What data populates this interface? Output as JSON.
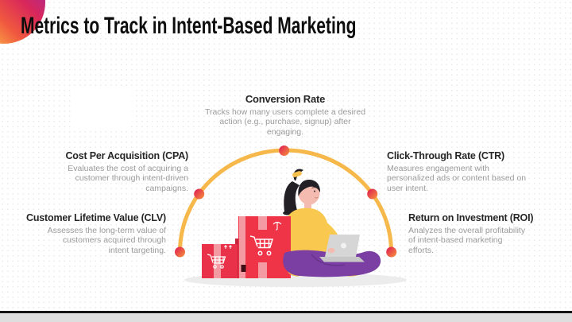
{
  "slide": {
    "title": "Metrics to Track in Intent-Based Marketing",
    "metrics": {
      "conversion": {
        "title": "Conversion Rate",
        "description": "Tracks how many users complete a desired\naction (e.g., purchase, signup) after\nengaging."
      },
      "cpa": {
        "title": "Cost Per Acquisition (CPA)",
        "description": "Evaluates the cost of acquiring a\ncustomer through intent-driven\ncampaigns."
      },
      "ctr": {
        "title": "Click-Through Rate (CTR)",
        "description": "Measures engagement with\npersonalized ads or content based on\nuser intent."
      },
      "clv": {
        "title": "Customer Lifetime Value (CLV)",
        "description": "Assesses the long-term value of\ncustomers acquired through\nintent targeting."
      },
      "roi": {
        "title": "Return on Investment (ROI)",
        "description": "Analyzes the overall profitability\nof intent-based marketing\nefforts."
      }
    },
    "illustration": {
      "name": "woman-with-laptop-and-shopping-boxes",
      "icons": [
        "shopping-cart-icon",
        "umbrella-icon",
        "fragile-label",
        "arc-node-dot"
      ]
    },
    "colors": {
      "arc": "#F6B84A",
      "dot_gradient_start": "#DE1653",
      "dot_gradient_end": "#F7953C",
      "box_red": "#EF3447",
      "box_tape_pink": "#F49AA2",
      "shirt_yellow": "#F8C84F",
      "pants_purple": "#7B3FA3",
      "skin": "#F4BCB1",
      "hair": "#221F25",
      "heading_text": "#262626",
      "body_text": "#9B9B9B",
      "title_text": "#0D0D0D",
      "corner_gradient": [
        "#8F2BB8",
        "#D9275A",
        "#FFC84A"
      ]
    }
  }
}
